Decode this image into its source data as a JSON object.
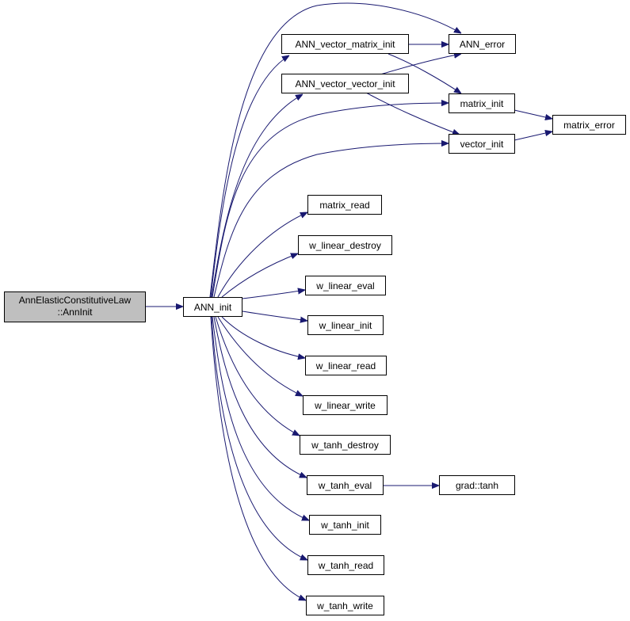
{
  "nodes": {
    "root_line1": "AnnElasticConstitutiveLaw",
    "root_line2": "::AnnInit",
    "ann_init": "ANN_init",
    "ann_vector_matrix_init": "ANN_vector_matrix_init",
    "ann_vector_vector_init": "ANN_vector_vector_init",
    "ann_error": "ANN_error",
    "matrix_init": "matrix_init",
    "vector_init": "vector_init",
    "matrix_error": "matrix_error",
    "matrix_read": "matrix_read",
    "w_linear_destroy": "w_linear_destroy",
    "w_linear_eval": "w_linear_eval",
    "w_linear_init": "w_linear_init",
    "w_linear_read": "w_linear_read",
    "w_linear_write": "w_linear_write",
    "w_tanh_destroy": "w_tanh_destroy",
    "w_tanh_eval": "w_tanh_eval",
    "grad_tanh": "grad::tanh",
    "w_tanh_init": "w_tanh_init",
    "w_tanh_read": "w_tanh_read",
    "w_tanh_write": "w_tanh_write"
  },
  "colors": {
    "edge": "#191970",
    "root_fill": "#bfbfbf",
    "node_fill": "#ffffff",
    "border": "#000000"
  }
}
